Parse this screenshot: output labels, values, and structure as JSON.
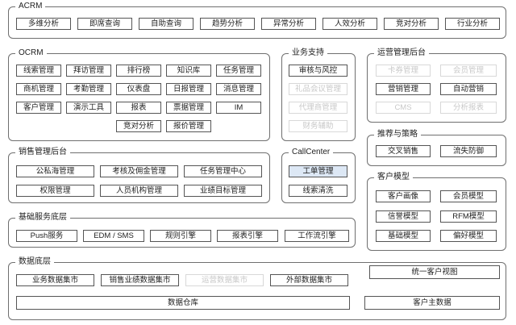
{
  "groups": {
    "acrm": "ACRM",
    "ocrm": "OCRM",
    "business_support": "业务支持",
    "ops_backend": "运营管理后台",
    "sales_backend": "销售管理后台",
    "callcenter": "CallCenter",
    "recommend": "推荐与策略",
    "customer_model": "客户模型",
    "base_service": "基础服务底层",
    "data_layer": "数据底层"
  },
  "acrm_items": [
    "多维分析",
    "即席查询",
    "自助查询",
    "趋势分析",
    "异常分析",
    "人效分析",
    "竞对分析",
    "行业分析"
  ],
  "ocrm_rows": [
    [
      "线索管理",
      "拜访管理",
      "排行榜",
      "知识库",
      "任务管理"
    ],
    [
      "商机管理",
      "考勤管理",
      "仪表盘",
      "日报管理",
      "消息管理"
    ],
    [
      "客户管理",
      "演示工具",
      "报表",
      "票据管理",
      "IM"
    ],
    [
      "竞对分析",
      "报价管理"
    ]
  ],
  "business_support_items": [
    "审核与风控",
    "礼品会议管理",
    "代理商管理",
    "财务辅助"
  ],
  "ops_items": [
    "卡券管理",
    "会员管理",
    "营销管理",
    "自动营销",
    "CMS",
    "分析报表"
  ],
  "sales_items": [
    "公私海管理",
    "考核及佣金管理",
    "任务管理中心",
    "权限管理",
    "人员机构管理",
    "业绩目标管理"
  ],
  "callcenter_items": [
    "工单管理",
    "线索清洗"
  ],
  "recommend_items": [
    "交叉销售",
    "流失防御"
  ],
  "customer_model_items": [
    "客户画像",
    "会员模型",
    "信誉模型",
    "RFM模型",
    "基础模型",
    "偏好模型"
  ],
  "base_service_items": [
    "Push服务",
    "EDM / SMS",
    "规则引擎",
    "报表引擎",
    "工作流引擎"
  ],
  "data_items": [
    "业务数据集市",
    "销售业绩数据集市",
    "运营数据集市",
    "外部数据集市"
  ],
  "data_warehouse": "数据仓库",
  "unified_view": "统一客户视图",
  "customer_master": "客户主数据"
}
